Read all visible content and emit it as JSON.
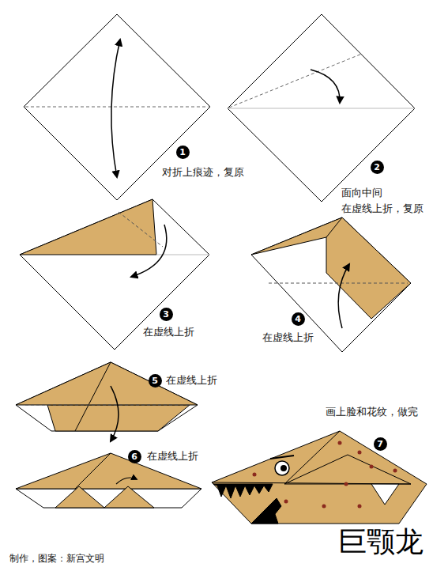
{
  "diagram": {
    "title": "巨颚龙",
    "caption": "制作，图案：新宫文明",
    "nodes": [
      {
        "text": [
          "1"
        ]
      },
      {
        "text": [
          "2"
        ]
      },
      {
        "text": [
          "3"
        ]
      },
      {
        "text": [
          "4"
        ]
      },
      {
        "text": [
          "5"
        ]
      },
      {
        "text": [
          "6"
        ]
      },
      {
        "text": [
          "7"
        ]
      }
    ],
    "labels": [
      "对折上痕迹，复原",
      "面向中间",
      "在虚线上折，复原",
      "在虚线上折",
      "在虚线上折",
      "在虚线上折",
      "在虚线上折",
      "画上脸和花纹，做完"
    ]
  }
}
